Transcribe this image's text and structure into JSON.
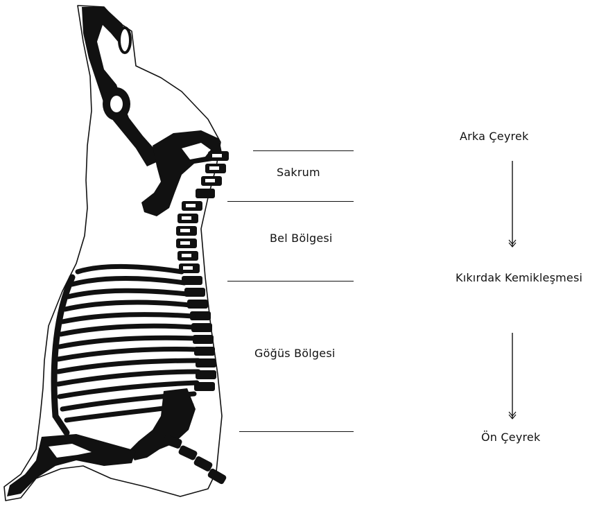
{
  "regions": {
    "sacrum": "Sakrum",
    "lumbar": "Bel Bölgesi",
    "thoracic": "Göğüs Bölgesi"
  },
  "progression": {
    "start": "Arka Çeyrek",
    "middle": "Kıkırdak Kemikleşmesi",
    "end": "Ön Çeyrek"
  },
  "colors": {
    "ink": "#111111",
    "background": "#ffffff"
  }
}
